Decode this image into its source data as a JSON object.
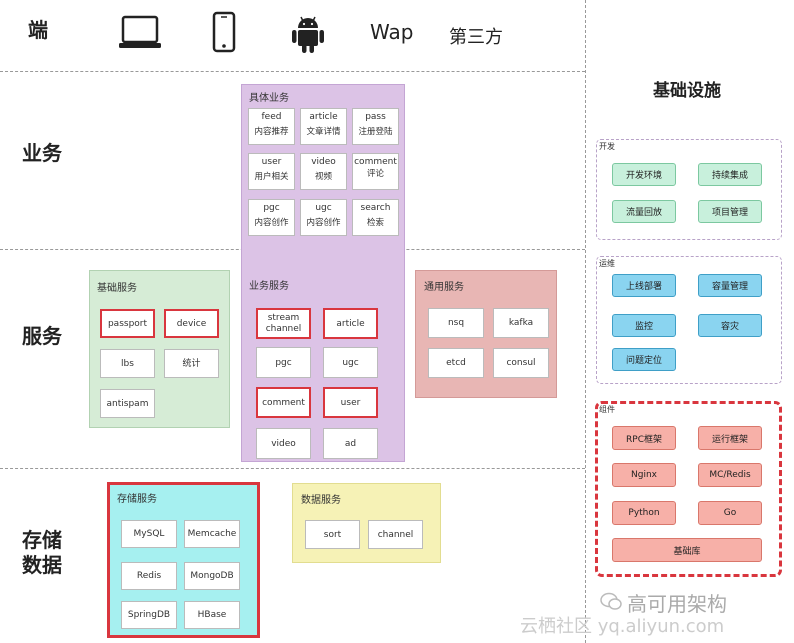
{
  "rows": {
    "endpoints": "端",
    "business": "业务",
    "services": "服务",
    "storage": [
      "存储",
      "数据"
    ]
  },
  "endpoints": {
    "icons": [
      "laptop-icon",
      "phone-icon",
      "android-icon"
    ],
    "wap": "Wap",
    "third_party": "第三方"
  },
  "business": {
    "title": "具体业务",
    "items": [
      {
        "en": "feed",
        "zh": "内容推荐"
      },
      {
        "en": "article",
        "zh": "文章详情"
      },
      {
        "en": "pass",
        "zh": "注册登陆"
      },
      {
        "en": "user",
        "zh": "用户相关"
      },
      {
        "en": "video",
        "zh": "视频"
      },
      {
        "en": "comment",
        "zh": "评论"
      },
      {
        "en": "pgc",
        "zh": "内容创作"
      },
      {
        "en": "ugc",
        "zh": "内容创作"
      },
      {
        "en": "search",
        "zh": "检索"
      }
    ]
  },
  "base_services": {
    "title": "基础服务",
    "items": [
      "passport",
      "device",
      "lbs",
      "统计",
      "antispam"
    ]
  },
  "biz_services": {
    "title": "业务服务",
    "items": [
      "stream\nchannel",
      "article",
      "pgc",
      "ugc",
      "comment",
      "user",
      "video",
      "ad"
    ]
  },
  "common_services": {
    "title": "通用服务",
    "items": [
      "nsq",
      "kafka",
      "etcd",
      "consul"
    ]
  },
  "storage_services": {
    "title": "存储服务",
    "items": [
      "MySQL",
      "Memcache",
      "Redis",
      "MongoDB",
      "SpringDB",
      "HBase"
    ]
  },
  "data_services": {
    "title": "数据服务",
    "items": [
      "sort",
      "channel"
    ]
  },
  "infra": {
    "title": "基础设施",
    "dev": {
      "title": "开发",
      "items": [
        "开发环境",
        "持续集成",
        "流量回放",
        "项目管理"
      ]
    },
    "ops": {
      "title": "运维",
      "items": [
        "上线部署",
        "容量管理",
        "监控",
        "容灾",
        "问题定位"
      ]
    },
    "components": {
      "title": "组件",
      "items": [
        "RPC框架",
        "运行框架",
        "Nginx",
        "MC/Redis",
        "Python",
        "Go",
        "基础库"
      ]
    }
  },
  "watermark": {
    "brand": "高可用架构",
    "site": "云栖社区 yq.aliyun.com"
  },
  "colors": {
    "business_bg": "#dcc3e6",
    "base_services_bg": "#d6ecd6",
    "common_services_bg": "#e8b6b4",
    "storage_bg": "#a6f0f0",
    "data_bg": "#f6f2b6",
    "highlight_red": "#d9363e",
    "infra_green": "#c8f0dc",
    "infra_blue": "#8ad4f0",
    "infra_red": "#f7b0a8"
  }
}
